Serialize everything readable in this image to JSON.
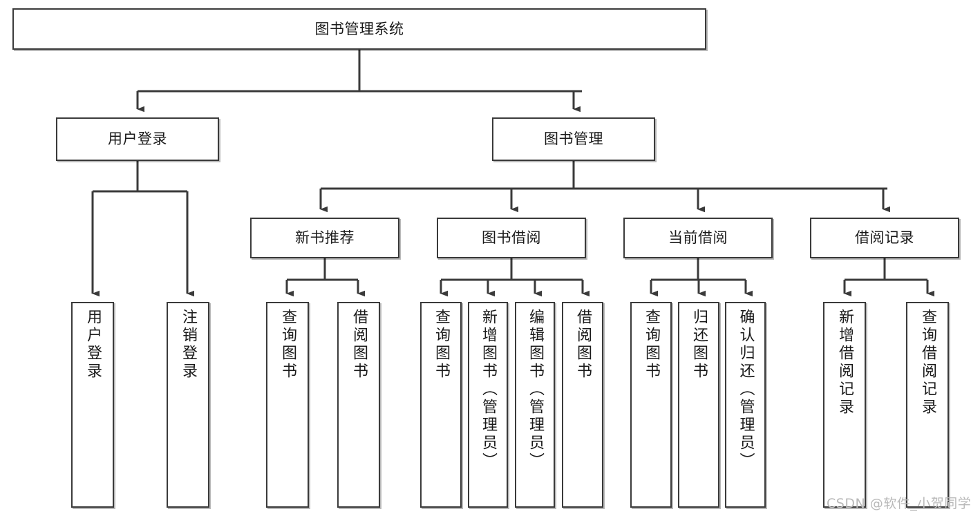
{
  "diagram": {
    "type": "tree",
    "title_node": "图书管理系统",
    "orientation": "top-down",
    "colors": {
      "box_border": "#3a3a3a",
      "box_fill": "#ffffff",
      "connector": "#3a3a3a",
      "text": "#1a1a1a",
      "watermark": "#b9b9b9"
    },
    "nodes": {
      "root": {
        "label": "图书管理系统",
        "level": 0,
        "orientation": "horizontal"
      },
      "l1": [
        {
          "id": "user-login",
          "label": "用户登录",
          "level": 1,
          "orientation": "horizontal"
        },
        {
          "id": "book-manage",
          "label": "图书管理",
          "level": 1,
          "orientation": "horizontal"
        }
      ],
      "l2": [
        {
          "id": "new-book-recommend",
          "label": "新书推荐",
          "level": 2,
          "orientation": "horizontal",
          "parent": "book-manage"
        },
        {
          "id": "book-borrow",
          "label": "图书借阅",
          "level": 2,
          "orientation": "horizontal",
          "parent": "book-manage"
        },
        {
          "id": "current-borrow",
          "label": "当前借阅",
          "level": 2,
          "orientation": "horizontal",
          "parent": "book-manage"
        },
        {
          "id": "borrow-record",
          "label": "借阅记录",
          "level": 2,
          "orientation": "horizontal",
          "parent": "book-manage"
        }
      ],
      "leaves": [
        {
          "id": "leaf-user-login",
          "label": "用户登录",
          "parent": "user-login",
          "orientation": "vertical"
        },
        {
          "id": "leaf-logout-login",
          "label": "注销登录",
          "parent": "user-login",
          "orientation": "vertical"
        },
        {
          "id": "leaf-query-book-1",
          "label": "查询图书",
          "parent": "new-book-recommend",
          "orientation": "vertical"
        },
        {
          "id": "leaf-borrow-book-1",
          "label": "借阅图书",
          "parent": "new-book-recommend",
          "orientation": "vertical"
        },
        {
          "id": "leaf-query-book-2",
          "label": "查询图书",
          "parent": "book-borrow",
          "orientation": "vertical"
        },
        {
          "id": "leaf-add-book",
          "label": "新增图书（管理员）",
          "parent": "book-borrow",
          "orientation": "vertical"
        },
        {
          "id": "leaf-edit-book",
          "label": "编辑图书（管理员）",
          "parent": "book-borrow",
          "orientation": "vertical"
        },
        {
          "id": "leaf-borrow-book-2",
          "label": "借阅图书",
          "parent": "book-borrow",
          "orientation": "vertical"
        },
        {
          "id": "leaf-query-book-3",
          "label": "查询图书",
          "parent": "current-borrow",
          "orientation": "vertical"
        },
        {
          "id": "leaf-return-book",
          "label": "归还图书",
          "parent": "current-borrow",
          "orientation": "vertical"
        },
        {
          "id": "leaf-confirm-return",
          "label": "确认归还（管理员）",
          "parent": "current-borrow",
          "orientation": "vertical"
        },
        {
          "id": "leaf-add-record",
          "label": "新增借阅记录",
          "parent": "borrow-record",
          "orientation": "vertical"
        },
        {
          "id": "leaf-query-record",
          "label": "查询借阅记录",
          "parent": "borrow-record",
          "orientation": "vertical"
        }
      ]
    },
    "watermark": "CSDN @软件_小贺同学"
  }
}
